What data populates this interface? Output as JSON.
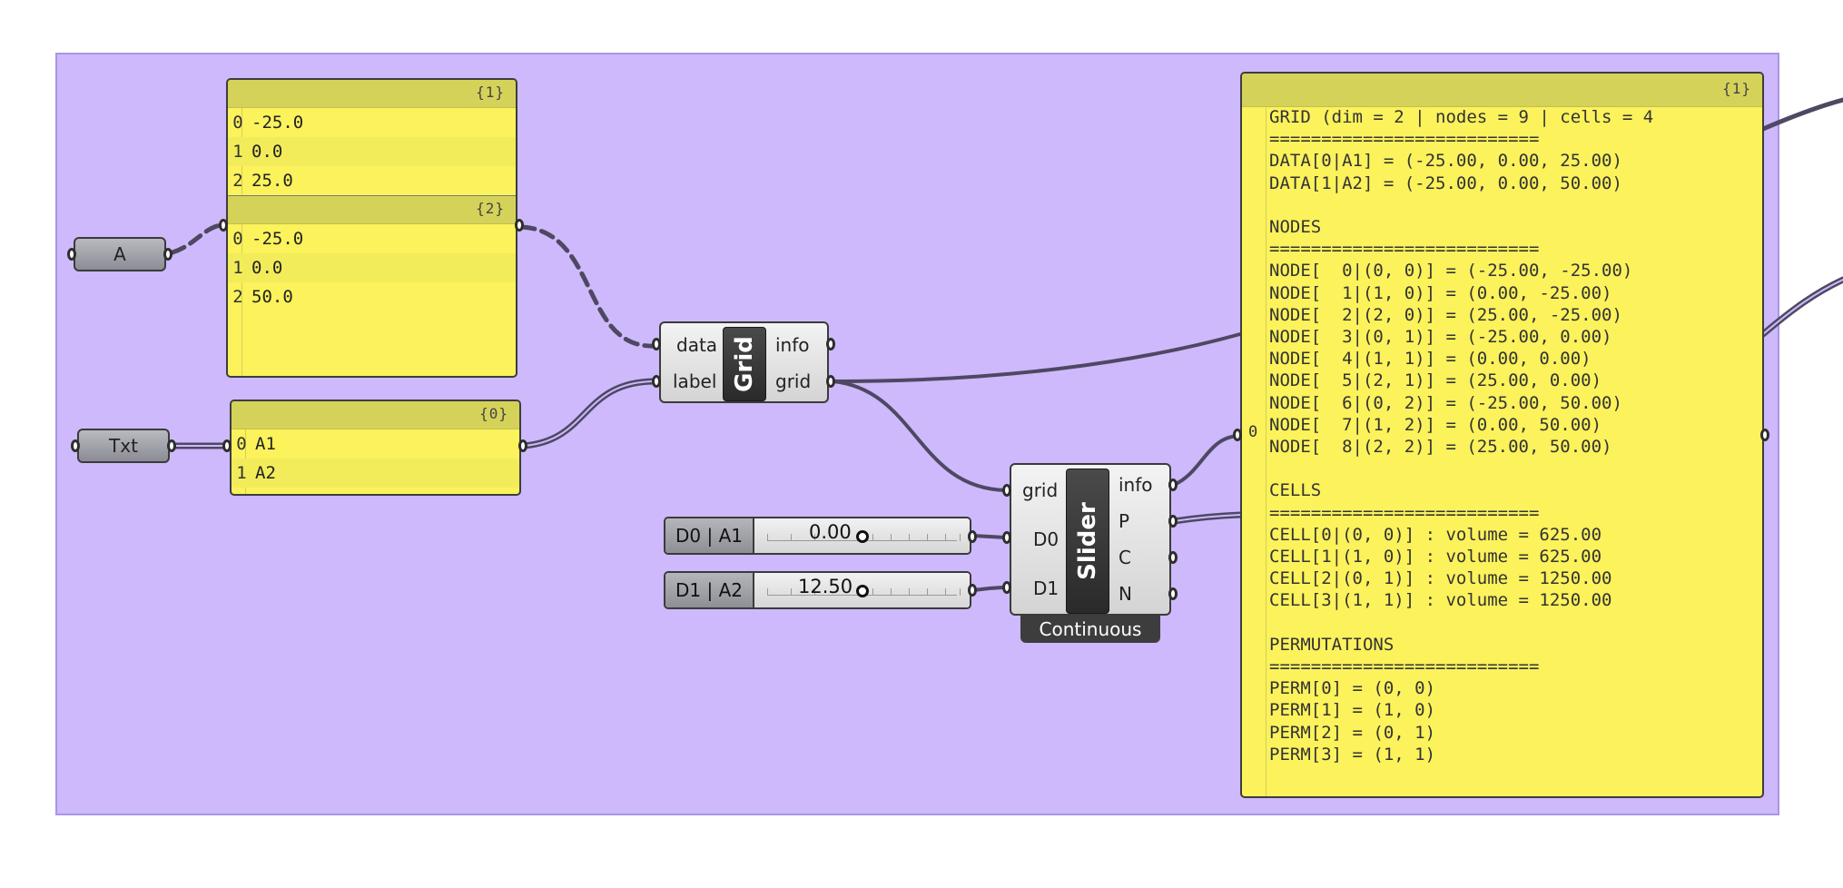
{
  "panel_a": {
    "branches": [
      {
        "path": "{1}",
        "items": [
          {
            "index": "0",
            "value": "-25.0"
          },
          {
            "index": "1",
            "value": "0.0"
          },
          {
            "index": "2",
            "value": "25.0"
          }
        ]
      },
      {
        "path": "{2}",
        "items": [
          {
            "index": "0",
            "value": "-25.0"
          },
          {
            "index": "1",
            "value": "0.0"
          },
          {
            "index": "2",
            "value": "50.0"
          }
        ]
      }
    ]
  },
  "param_a": {
    "label": "A"
  },
  "param_txt": {
    "label": "Txt"
  },
  "panel_txt": {
    "path": "{0}",
    "items": [
      {
        "index": "0",
        "value": "A1"
      },
      {
        "index": "1",
        "value": "A2"
      }
    ]
  },
  "grid_component": {
    "name": "Grid",
    "inputs": [
      "data",
      "label"
    ],
    "outputs": [
      "info",
      "grid"
    ]
  },
  "slider_component": {
    "name": "Slider",
    "inputs": [
      "grid",
      "D0",
      "D1"
    ],
    "outputs": [
      "info",
      "P",
      "C",
      "N"
    ],
    "mode_tag": "Continuous"
  },
  "sliders": [
    {
      "label": "D0 | A1",
      "value": "0.00"
    },
    {
      "label": "D1 | A2",
      "value": "12.50"
    }
  ],
  "output_panel": {
    "path": "{1}",
    "branch_index": "0",
    "lines": [
      "GRID (dim = 2 | nodes = 9 | cells = 4",
      "==========================",
      "DATA[0|A1] = (-25.00, 0.00, 25.00)",
      "DATA[1|A2] = (-25.00, 0.00, 50.00)",
      "",
      "NODES",
      "==========================",
      "NODE[  0|(0, 0)] = (-25.00, -25.00)",
      "NODE[  1|(1, 0)] = (0.00, -25.00)",
      "NODE[  2|(2, 0)] = (25.00, -25.00)",
      "NODE[  3|(0, 1)] = (-25.00, 0.00)",
      "NODE[  4|(1, 1)] = (0.00, 0.00)",
      "NODE[  5|(2, 1)] = (25.00, 0.00)",
      "NODE[  6|(0, 2)] = (-25.00, 50.00)",
      "NODE[  7|(1, 2)] = (0.00, 50.00)",
      "NODE[  8|(2, 2)] = (25.00, 50.00)",
      "",
      "CELLS",
      "==========================",
      "CELL[0|(0, 0)] : volume = 625.00",
      "CELL[1|(1, 0)] : volume = 625.00",
      "CELL[2|(0, 1)] : volume = 1250.00",
      "CELL[3|(1, 1)] : volume = 1250.00",
      "",
      "PERMUTATIONS",
      "==========================",
      "PERM[0] = (0, 0)",
      "PERM[1] = (1, 0)",
      "PERM[2] = (0, 1)",
      "PERM[3] = (1, 1)"
    ]
  },
  "colors": {
    "group_fill": "#cdb9fb",
    "panel_fill": "#fbf25c",
    "panel_header": "#d5d25a",
    "wire": "#4e4863"
  }
}
